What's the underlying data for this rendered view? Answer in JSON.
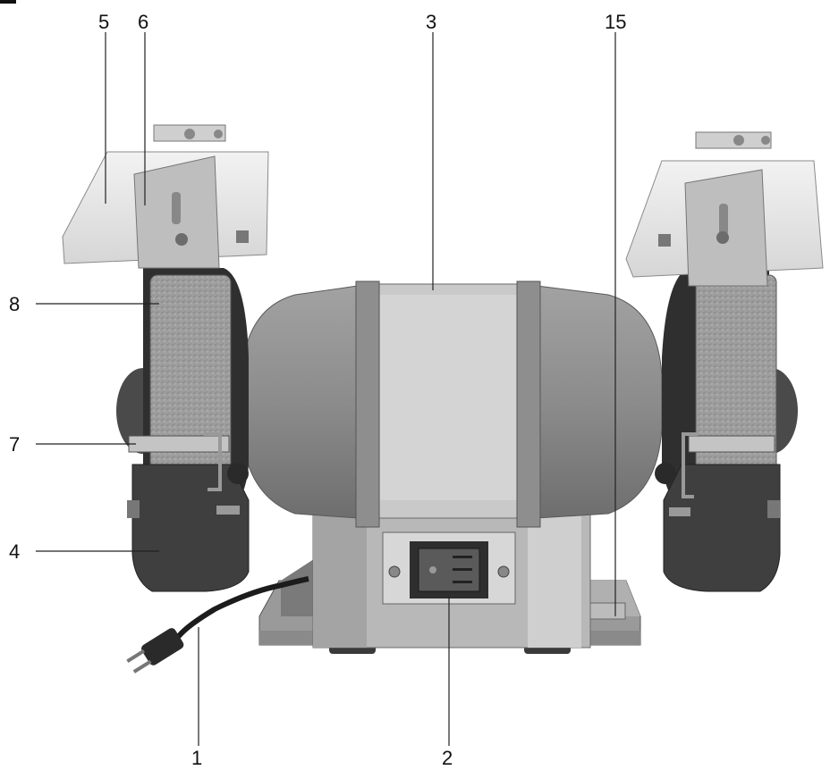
{
  "figure": {
    "callouts": {
      "c5": "5",
      "c6": "6",
      "c3": "3",
      "c15": "15",
      "c8": "8",
      "c7": "7",
      "c4": "4",
      "c1": "1",
      "c2": "2"
    },
    "colors": {
      "housing_dark": "#8a8a8a",
      "housing_light": "#c4c4c4",
      "wheel": "#9c9c9c",
      "guard": "#3f3f3f",
      "shield": "#e3e3e3",
      "switch_box": "#2e2e2e",
      "cable": "#1c1c1c"
    }
  }
}
